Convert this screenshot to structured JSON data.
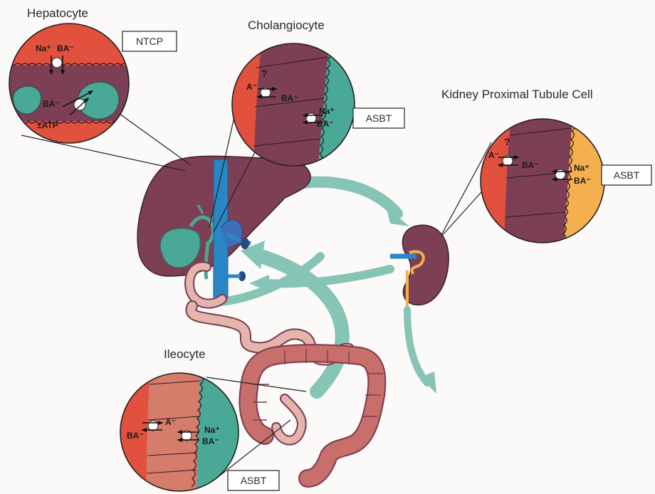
{
  "cell_titles": {
    "hepatocyte": "Hepatocyte",
    "cholangiocyte": "Cholangiocyte",
    "kidney": "Kidney Proximal Tubule Cell",
    "ileocyte": "Ileocyte"
  },
  "transporter_boxes": {
    "hepatocyte": "NTCP",
    "cholangiocyte": "ASBT",
    "kidney": "ASBT",
    "ileocyte": "ASBT"
  },
  "hepatocyte_labels": {
    "na": "Na⁺",
    "ba_top": "BA⁻",
    "ba_mid": "BA⁻",
    "atp": "±ATP"
  },
  "cholangiocyte_labels": {
    "q": "?",
    "a": "A⁻",
    "ba_left": "BA⁻",
    "na": "Na⁺",
    "ba_right": "BA⁻"
  },
  "kidney_labels": {
    "q": "?",
    "a": "A⁻",
    "ba_left": "BA⁻",
    "na": "Na⁺",
    "ba_right": "BA⁻"
  },
  "ileocyte_labels": {
    "a": "A⁻",
    "ba_left": "BA⁻",
    "na": "Na⁺",
    "ba_right": "BA⁻"
  },
  "colors": {
    "liver": "#7d3f55",
    "kidney": "#7d3f55",
    "vein": "#2b86c6",
    "arrow": "#86c4b6",
    "red_cell": "#e2503e",
    "teal_cell": "#4aa897",
    "orange_cell": "#f4b04e",
    "intestine": "#c86e6b",
    "small_intestine": "#e5b4ac"
  }
}
